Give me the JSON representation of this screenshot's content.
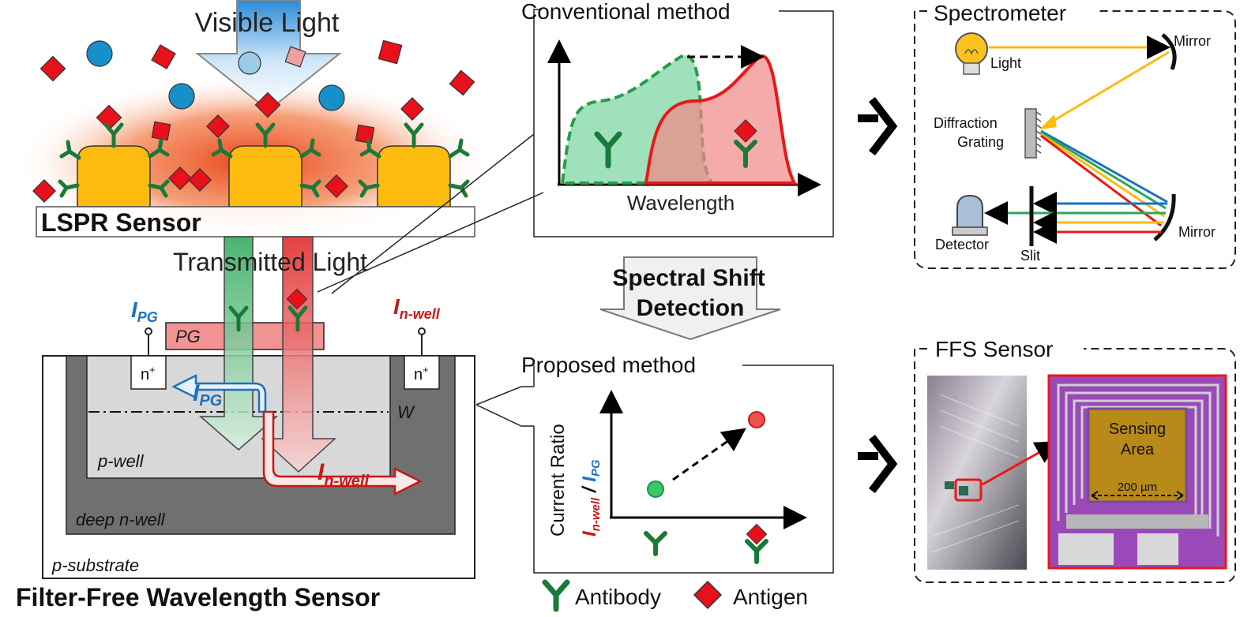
{
  "lspr": {
    "visible_light": "Visible Light",
    "sensor_label": "LSPR Sensor",
    "transmitted_light": "Transmitted Light"
  },
  "device": {
    "i_pg_main": "I",
    "i_pg_sub": "PG",
    "i_nwell_main": "I",
    "i_nwell_sub": "n-well",
    "pg": "PG",
    "nplus_left": "n",
    "nplus_right": "n",
    "nplus_sup": "+",
    "w": "W",
    "pwell": "p-well",
    "deep_nwell": "deep n-well",
    "psubstrate": "p-substrate",
    "title": "Filter-Free Wavelength Sensor"
  },
  "conventional": {
    "title": "Conventional method",
    "xlabel": "Wavelength"
  },
  "shift": {
    "line1": "Spectral Shift",
    "line2": "Detection"
  },
  "proposed": {
    "title": "Proposed method",
    "ylabel_main": "Current Ratio",
    "ylabel_num": "I",
    "ylabel_num_sub": "n-well",
    "ylabel_slash": " / ",
    "ylabel_den": "I",
    "ylabel_den_sub": "PG"
  },
  "legend": {
    "antibody": "Antibody",
    "antigen": "Antigen"
  },
  "spectrometer": {
    "title": "Spectrometer",
    "light": "Light",
    "mirror_top": "Mirror",
    "grating_line1": "Diffraction",
    "grating_line2": "Grating",
    "detector": "Detector",
    "slit": "Slit",
    "mirror_bottom": "Mirror"
  },
  "ffs": {
    "title": "FFS Sensor",
    "sensing_line1": "Sensing",
    "sensing_line2": "Area",
    "scale": "200 µm"
  },
  "colors": {
    "antigen": "#e8101a",
    "antibody": "#1a9640",
    "blue_particle": "#1690c8",
    "gold": "#fdbb10",
    "pg_blue": "#1a72c0",
    "nwell_red": "#c81818",
    "chip_purple": "#9a4ab8"
  }
}
